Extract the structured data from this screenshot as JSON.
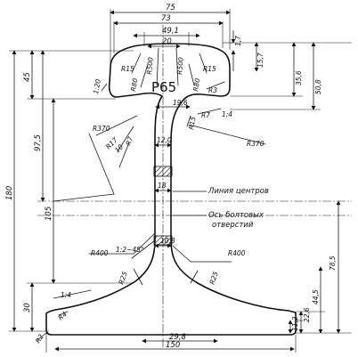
{
  "profile": {
    "name": "Р65"
  },
  "dimensions": {
    "top_width": "75",
    "head_width": "73",
    "crown_width": "49,1",
    "crown_flat": "20",
    "head_side_offset": "1,7",
    "head_drop": "15,7",
    "head_height": "35,6",
    "head_full": "50,8",
    "head_zone": "45",
    "neck_zone": "97,5",
    "web_zone": "105",
    "foot_zone": "30",
    "total_height": "180",
    "web_top": "12,0",
    "web_center": "18",
    "web_bottom": "10,8",
    "web_lower_offset": "19,6",
    "foot_width": "150",
    "foot_center": "29,8",
    "foot_edge": "11,2",
    "foot_edge2": "22,6",
    "foot_step": "44,5",
    "foot_height": "78,5"
  },
  "radii": {
    "r15_left": "R15",
    "r80_left": "R80",
    "r500_left": "R500",
    "r500_right": "R500",
    "r80_right": "R80",
    "r15_right": "R15",
    "r3": "R3",
    "r7_right": "R7",
    "r15_web": "R15",
    "r370_left": "R370",
    "r370_right": "R370",
    "r17": "R17",
    "r10": "10",
    "r7_left": "R7",
    "r400_left": "R400",
    "r400_right": "R400",
    "r25_left": "R25",
    "r25_right": "R25",
    "r4": "R4",
    "r2": "R2"
  },
  "slopes": {
    "head_slope": "1:20",
    "under_head_slope": "1:4",
    "web_slope": "1:2~45°",
    "foot_slope": "1:4"
  },
  "labels": {
    "center_line": "Линия центров",
    "bolt_axis_1": "Ось болтовых",
    "bolt_axis_2": "отверстий"
  }
}
